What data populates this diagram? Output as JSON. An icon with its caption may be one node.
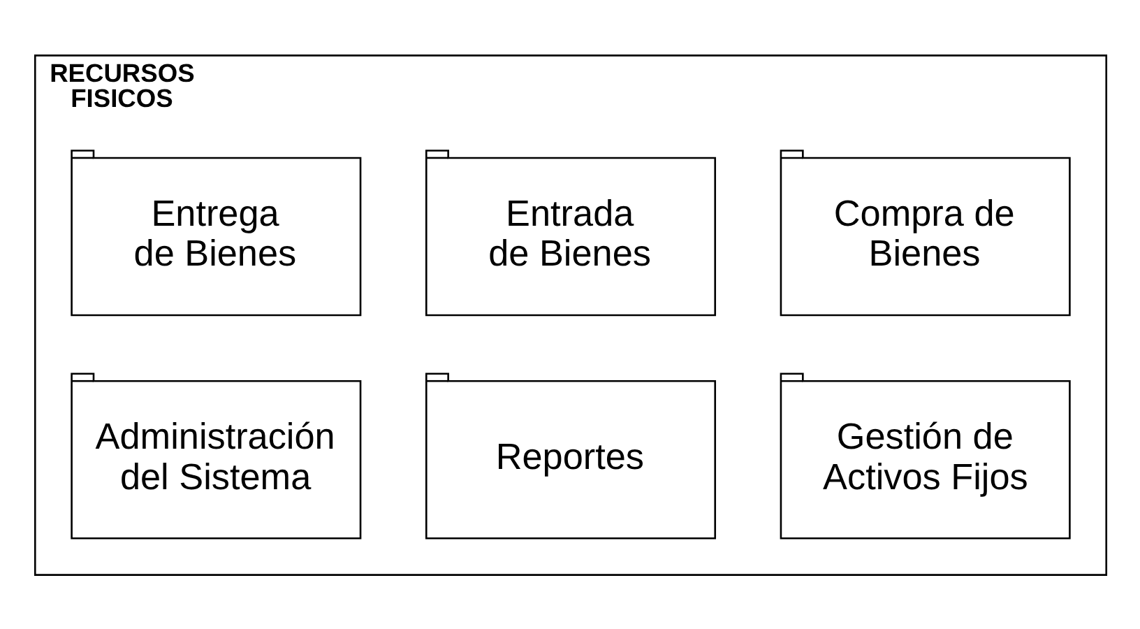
{
  "diagram": {
    "nodes": [
      {
        "text": [
          "RECURSOS FISICOS"
        ]
      },
      {
        "text": [
          "Compra de Bienes"
        ],
        "in": 0
      },
      {
        "text": [
          "Entrada de Bienes"
        ],
        "in": 0
      },
      {
        "text": [
          "Entrega de Bienes"
        ],
        "in": 0
      },
      {
        "text": [
          "Gestión de Activos Fijos"
        ],
        "in": 0
      },
      {
        "text": [
          "Reportes"
        ],
        "in": 0
      },
      {
        "text": [
          "Administración del Sistema"
        ],
        "in": 0
      }
    ],
    "edges": []
  }
}
